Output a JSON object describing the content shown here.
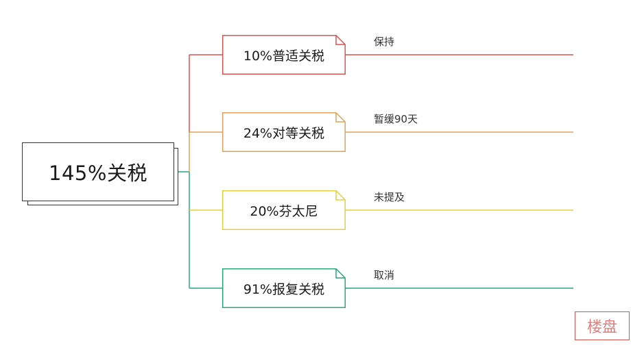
{
  "root": {
    "label": "145%关税"
  },
  "branches": [
    {
      "label": "10%普适关税",
      "note": "保持",
      "color": "#d9534f"
    },
    {
      "label": "24%对等关税",
      "note": "暂缓90天",
      "color": "#e0a25a"
    },
    {
      "label": "20%芬太尼",
      "note": "未提及",
      "color": "#e6cf3f"
    },
    {
      "label": "91%报复关税",
      "note": "取消",
      "color": "#2aa77a"
    }
  ],
  "seal": {
    "text": "楼盘"
  }
}
